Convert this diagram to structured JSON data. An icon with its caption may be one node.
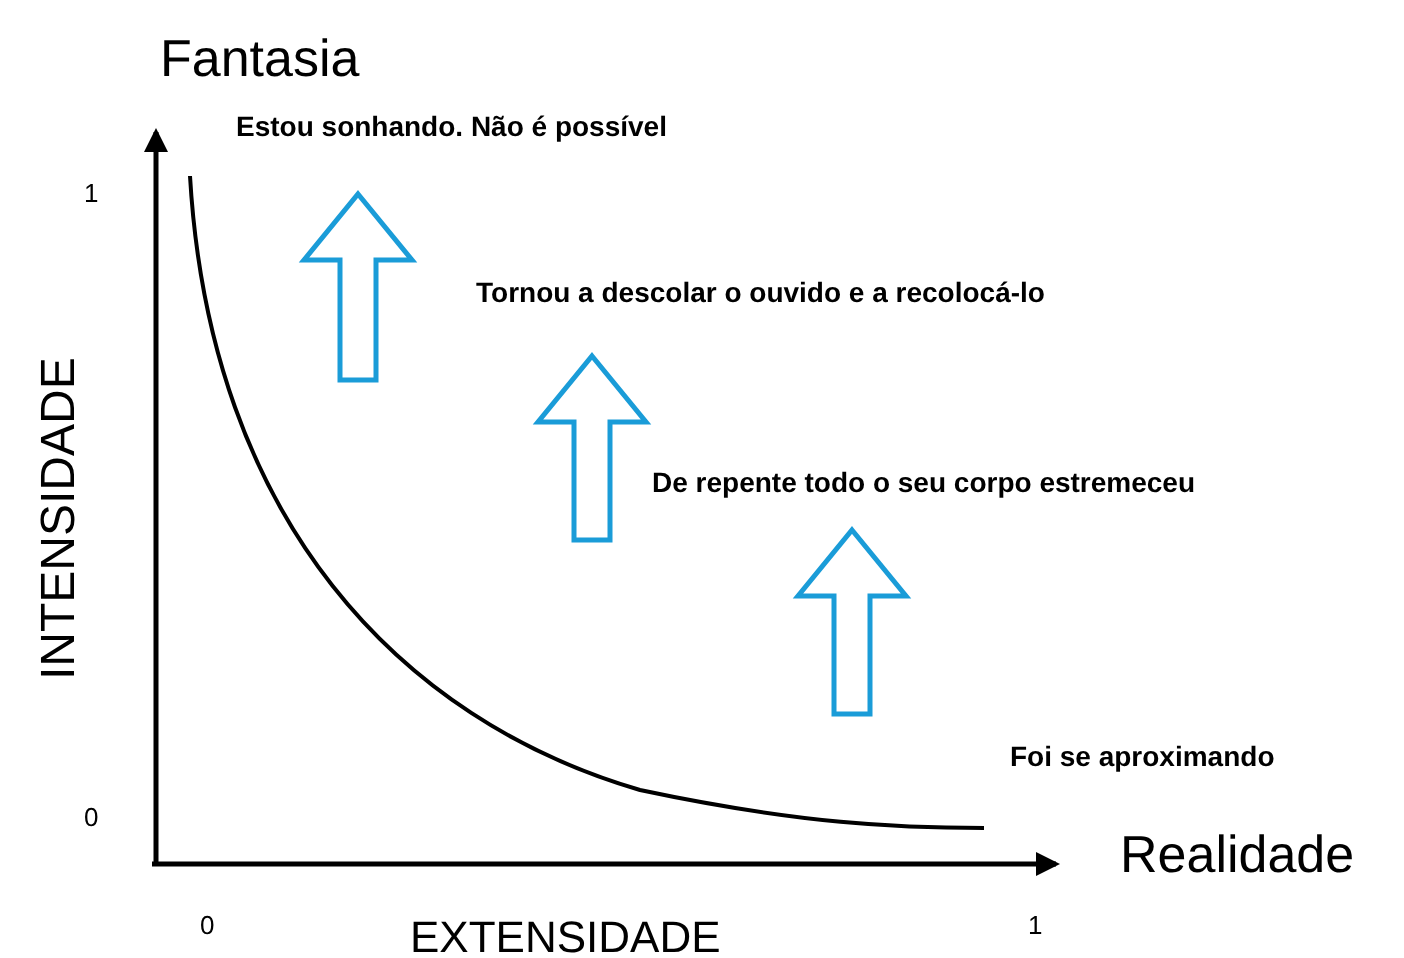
{
  "diagram": {
    "labels": [
      "Fantasia",
      "Estou sonhando. Não é possível",
      "1",
      "Tornou a descolar o ouvido e a recolocá-lo",
      "De repente todo o seu corpo estremeceu",
      "INTENSIDADE",
      "Foi se aproximando",
      "0",
      "Realidade",
      "0",
      "EXTENSIDADE",
      "1"
    ]
  }
}
